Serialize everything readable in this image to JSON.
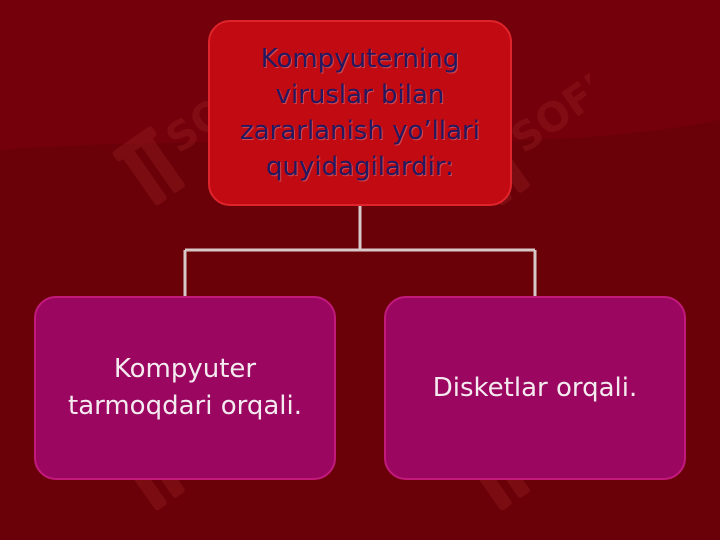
{
  "diagram": {
    "root": {
      "line1": "Kompyuterning",
      "line2": "viruslar bilan",
      "line3": "zararlanish yo’llari",
      "line4": "quyidagilardir:"
    },
    "children": [
      {
        "line1": "Kompyuter",
        "line2": "tarmoqdari orqali."
      },
      {
        "line1": "Disketlar orqali."
      }
    ]
  },
  "watermark": {
    "text": "SOFF",
    "color": "#d24a4a"
  },
  "colors": {
    "background": "#6a0008",
    "root_fill": "#c20a12",
    "child_fill": "#9a0660",
    "connector": "#d8c8c8"
  }
}
